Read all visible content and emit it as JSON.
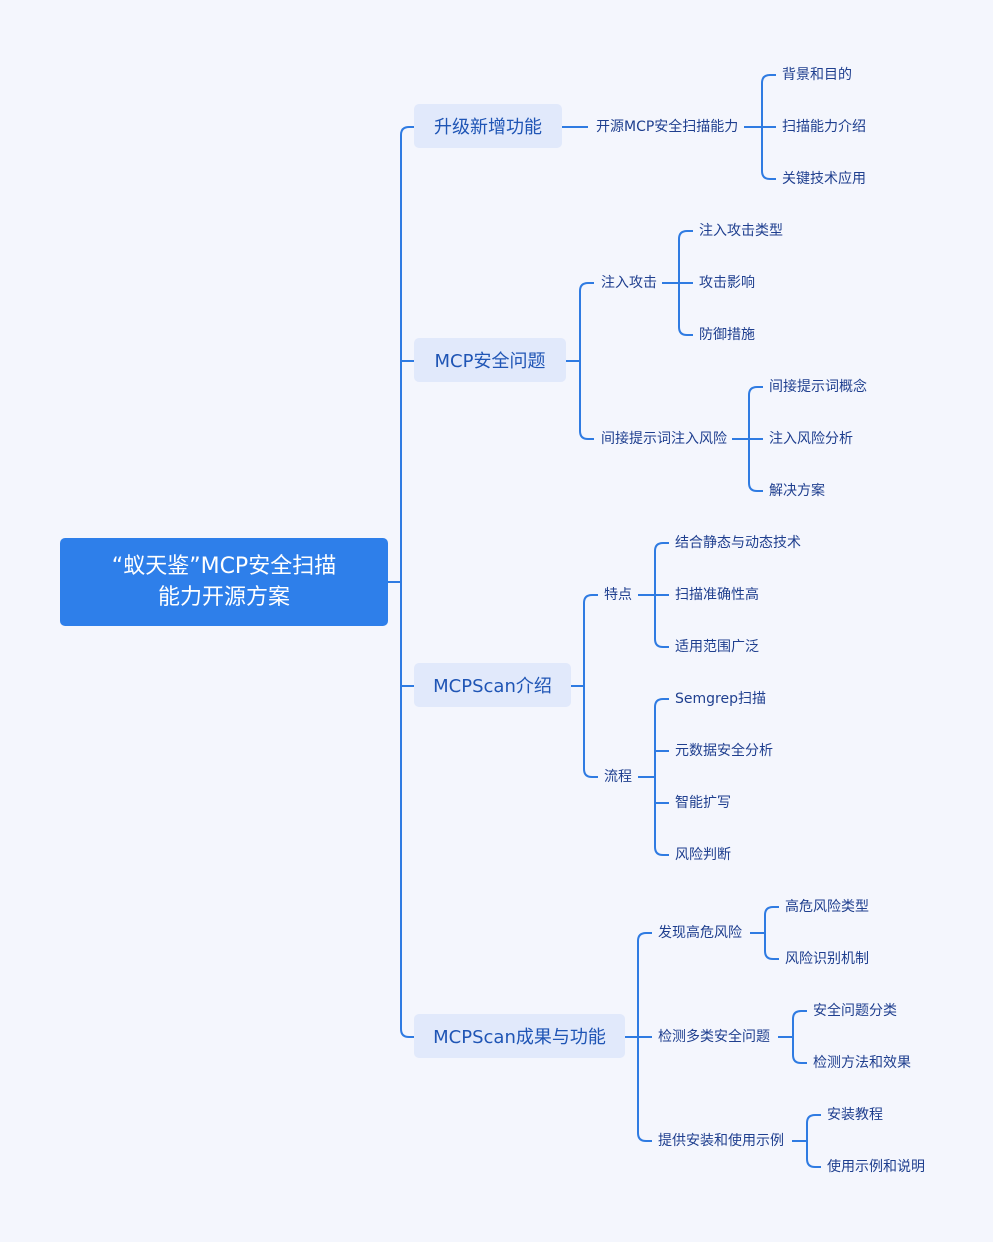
{
  "root": {
    "line1": "“蚁天鉴”MCP安全扫描",
    "line2": "能力开源方案"
  },
  "colors": {
    "background": "#f4f6fd",
    "root_fill": "#2e7fea",
    "branch_fill": "#e1e9fb",
    "line": "#2f7be2",
    "text": "#1f3f8f"
  },
  "branches": [
    {
      "label": "升级新增功能",
      "children": [
        {
          "label": "开源MCP安全扫描能力",
          "children": [
            "背景和目的",
            "扫描能力介绍",
            "关键技术应用"
          ]
        }
      ]
    },
    {
      "label": "MCP安全问题",
      "children": [
        {
          "label": "注入攻击",
          "children": [
            "注入攻击类型",
            "攻击影响",
            "防御措施"
          ]
        },
        {
          "label": "间接提示词注入风险",
          "children": [
            "间接提示词概念",
            "注入风险分析",
            "解决方案"
          ]
        }
      ]
    },
    {
      "label": "MCPScan介绍",
      "children": [
        {
          "label": "特点",
          "children": [
            "结合静态与动态技术",
            "扫描准确性高",
            "适用范围广泛"
          ]
        },
        {
          "label": "流程",
          "children": [
            "Semgrep扫描",
            "元数据安全分析",
            "智能扩写",
            "风险判断"
          ]
        }
      ]
    },
    {
      "label": "MCPScan成果与功能",
      "children": [
        {
          "label": "发现高危风险",
          "children": [
            "高危风险类型",
            "风险识别机制"
          ]
        },
        {
          "label": "检测多类安全问题",
          "children": [
            "安全问题分类",
            "检测方法和效果"
          ]
        },
        {
          "label": "提供安装和使用示例",
          "children": [
            "安装教程",
            "使用示例和说明"
          ]
        }
      ]
    }
  ]
}
